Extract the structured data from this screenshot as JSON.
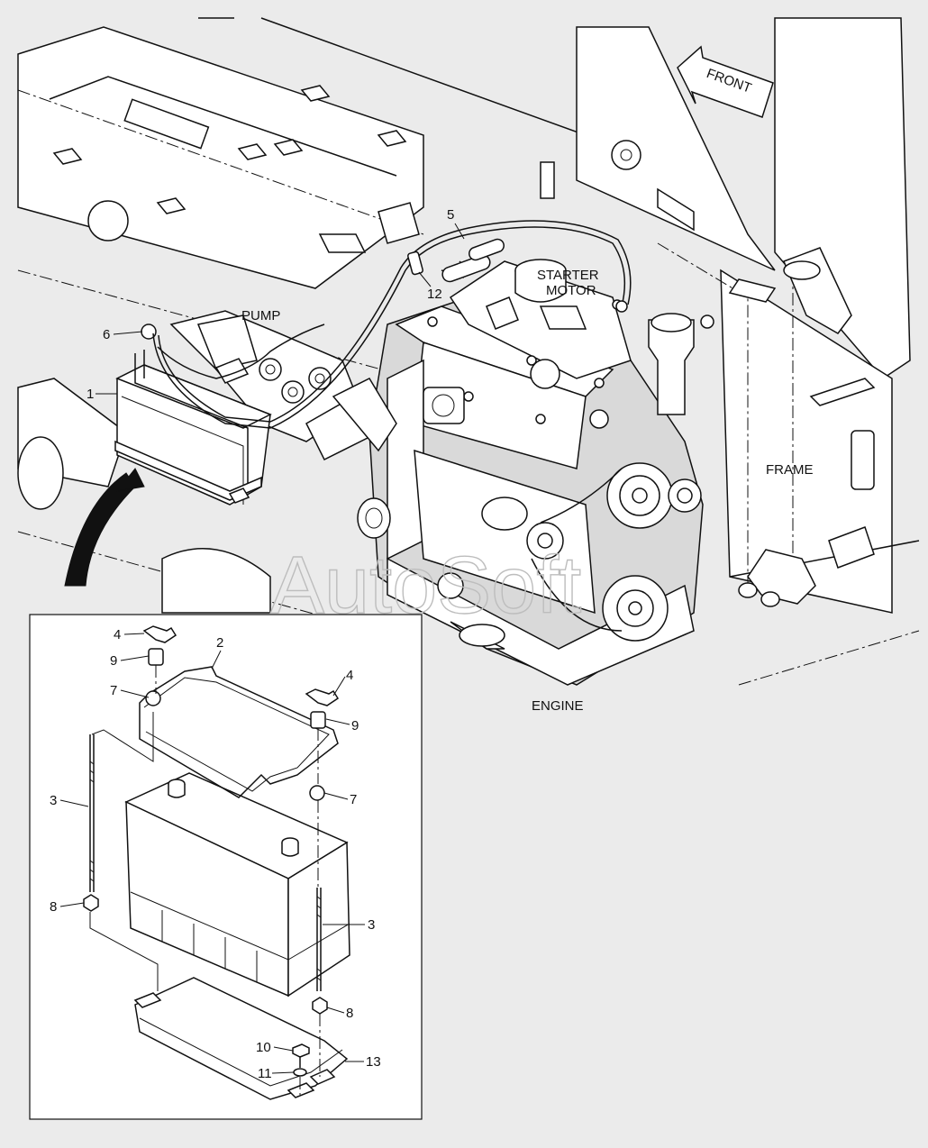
{
  "labels": {
    "front": "FRONT",
    "pump": "PUMP",
    "starter_line1": "STARTER",
    "starter_line2": "MOTOR",
    "frame": "FRAME",
    "engine": "ENGINE",
    "watermark": "AutoSoft"
  },
  "callouts": {
    "upper": [
      "1",
      "5",
      "6",
      "12"
    ],
    "inset": [
      "2",
      "3",
      "3",
      "4",
      "4",
      "7",
      "7",
      "8",
      "8",
      "9",
      "9",
      "10",
      "11",
      "13"
    ]
  },
  "colors": {
    "background": "#ebebeb",
    "line": "#111111",
    "panel": "#ffffff",
    "watermark": "#bdbdbd"
  }
}
